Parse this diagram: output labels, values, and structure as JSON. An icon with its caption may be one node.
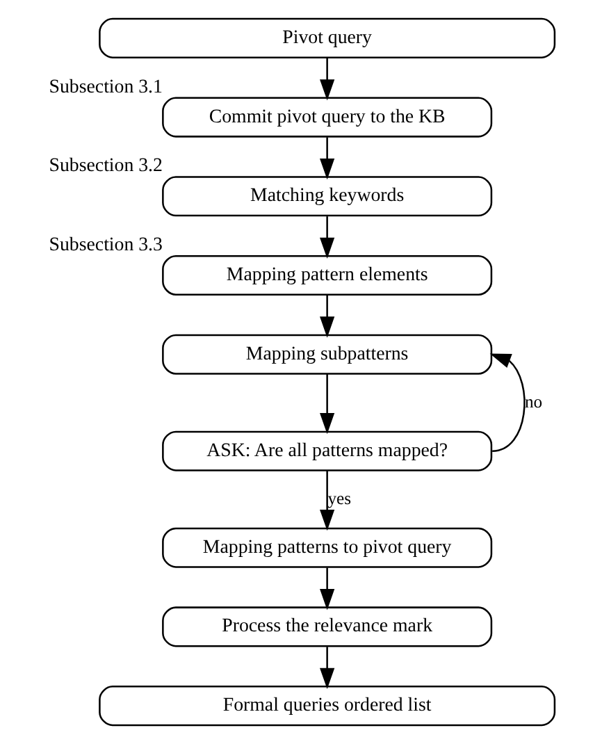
{
  "diagram": {
    "nodes": [
      {
        "text": [
          "Pivot query"
        ]
      },
      {
        "text": [
          "Commit pivot query to the KB"
        ],
        "beside": [
          "Subsection 3.1"
        ]
      },
      {
        "text": [
          "Matching keywords"
        ],
        "beside": [
          "Subsection 3.2"
        ]
      },
      {
        "text": [
          "Mapping pattern elements"
        ],
        "beside": [
          "Subsection 3.3"
        ]
      },
      {
        "text": [
          "Mapping subpatterns"
        ]
      },
      {
        "text": [
          "ASK: Are all patterns mapped?"
        ]
      },
      {
        "text": [
          "Mapping patterns to pivot query"
        ]
      },
      {
        "text": [
          "Process the relevance mark"
        ]
      },
      {
        "text": [
          "Formal queries ordered list"
        ]
      }
    ],
    "edges": [
      {
        "from": 0,
        "to": 1,
        "arrow": "to"
      },
      {
        "from": 1,
        "to": 2,
        "arrow": "to"
      },
      {
        "from": 2,
        "to": 3,
        "arrow": "to"
      },
      {
        "from": 3,
        "to": 4,
        "arrow": "to"
      },
      {
        "from": 4,
        "to": 5,
        "arrow": "to"
      },
      {
        "from": 5,
        "to": 4,
        "arrow": "to",
        "label": "no"
      },
      {
        "from": 5,
        "to": 6,
        "arrow": "to",
        "label": "yes"
      },
      {
        "from": 6,
        "to": 7,
        "arrow": "to"
      },
      {
        "from": 7,
        "to": 8,
        "arrow": "to"
      }
    ]
  }
}
